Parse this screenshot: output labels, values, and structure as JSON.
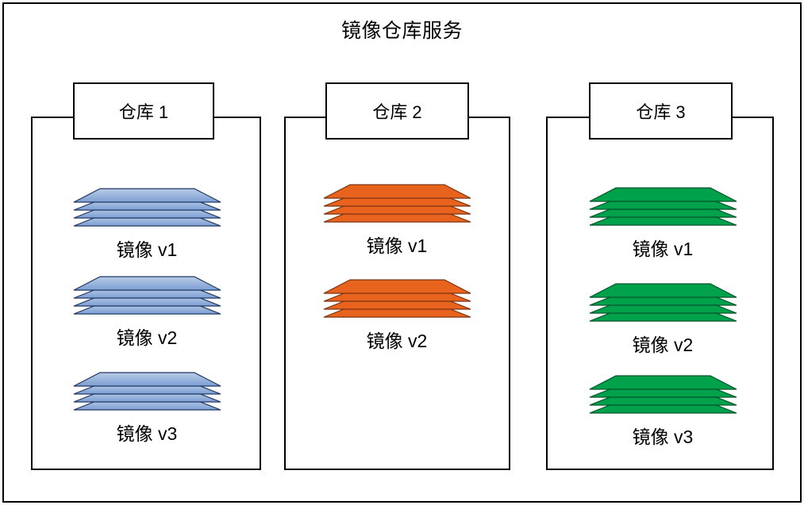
{
  "title": "镜像仓库服务",
  "colors": {
    "frame_stroke": "#000000",
    "background": "#ffffff",
    "repo1_fill_light": "#A8C0E0",
    "repo1_fill_dark": "#7E9FD2",
    "repo1_stroke": "#1F3864",
    "repo2_fill": "#E8641E",
    "repo2_stroke": "#7A3310",
    "repo3_fill": "#00A14B",
    "repo3_stroke": "#00532A"
  },
  "repositories": [
    {
      "label": "仓库 1",
      "accent": "#7E9FD2",
      "images": [
        {
          "caption": "镜像 v1",
          "layers": 4
        },
        {
          "caption": "镜像 v2",
          "layers": 4
        },
        {
          "caption": "镜像 v3",
          "layers": 4
        }
      ]
    },
    {
      "label": "仓库 2",
      "accent": "#E8641E",
      "images": [
        {
          "caption": "镜像 v1",
          "layers": 4
        },
        {
          "caption": "镜像 v2",
          "layers": 4
        }
      ]
    },
    {
      "label": "仓库 3",
      "accent": "#00A14B",
      "images": [
        {
          "caption": "镜像 v1",
          "layers": 4
        },
        {
          "caption": "镜像 v2",
          "layers": 4
        },
        {
          "caption": "镜像 v3",
          "layers": 4
        }
      ]
    }
  ]
}
